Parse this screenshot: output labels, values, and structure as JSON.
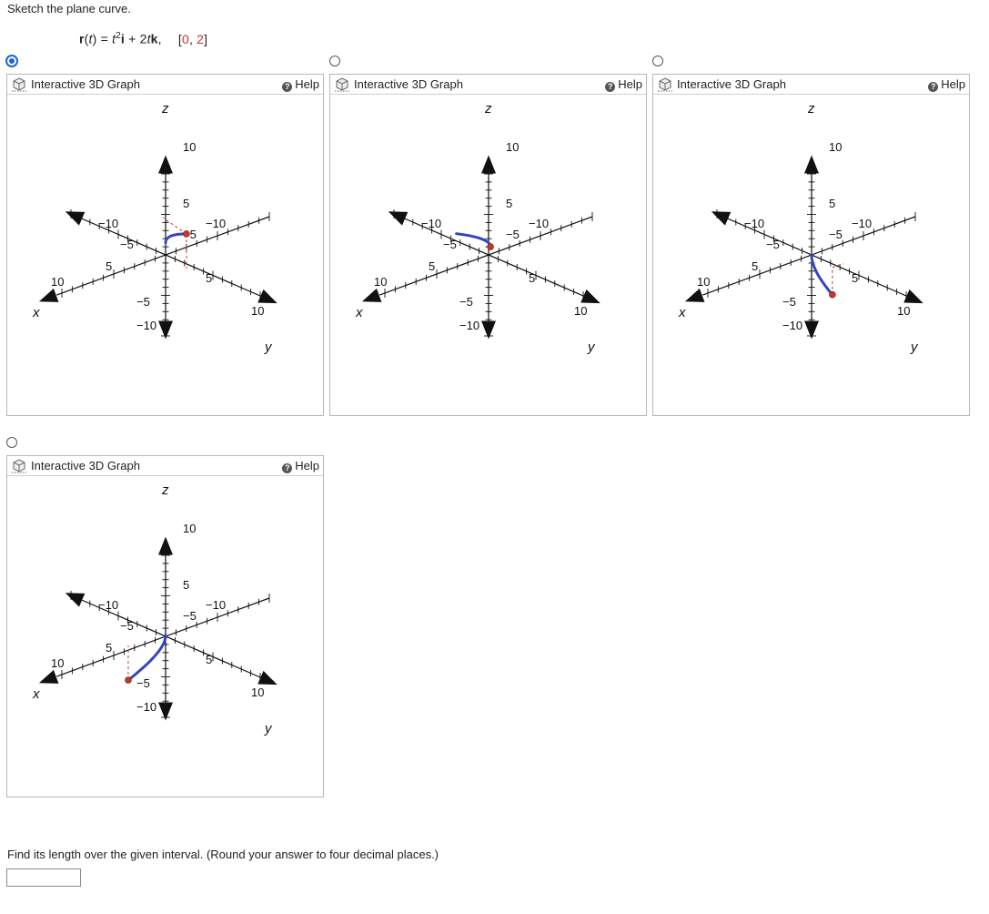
{
  "problem": {
    "prompt": "Sketch the plane curve.",
    "formula": {
      "r": "r",
      "t1": "t",
      "eq": " = ",
      "t2": "t",
      "sup": "2",
      "i": "i",
      "plus": " + 2",
      "t3": "t",
      "k": "k",
      "comma": ",",
      "interval_open": "[",
      "interval_a": "0",
      "interval_sep": ", ",
      "interval_b": "2",
      "interval_close": "]"
    }
  },
  "graph_header": {
    "title": "Interactive 3D Graph",
    "help_label": "Help",
    "help_glyph": "?"
  },
  "axis_labels": {
    "x": "x",
    "y": "y",
    "z": "z",
    "z_top": "10",
    "z_mid": "5",
    "y_neg10": "−10",
    "y_neg5": "−5",
    "x_neg10": "−10",
    "x_neg5": "−5",
    "x_5": "5",
    "x_10": "10",
    "y_5": "5",
    "y_10": "10",
    "z_neg5": "−5",
    "z_neg10": "−10"
  },
  "options": [
    {
      "id": "a",
      "selected": true
    },
    {
      "id": "b",
      "selected": false
    },
    {
      "id": "c",
      "selected": false
    },
    {
      "id": "d",
      "selected": false
    }
  ],
  "question": {
    "text": "Find its length over the given interval. (Round your answer to four decimal places.)",
    "answer_value": ""
  },
  "colors": {
    "curve": "#3346c2",
    "point": "#c0392b",
    "dash": "#c0392b",
    "axis": "#111111",
    "selected_radio": "#1a66d9"
  }
}
